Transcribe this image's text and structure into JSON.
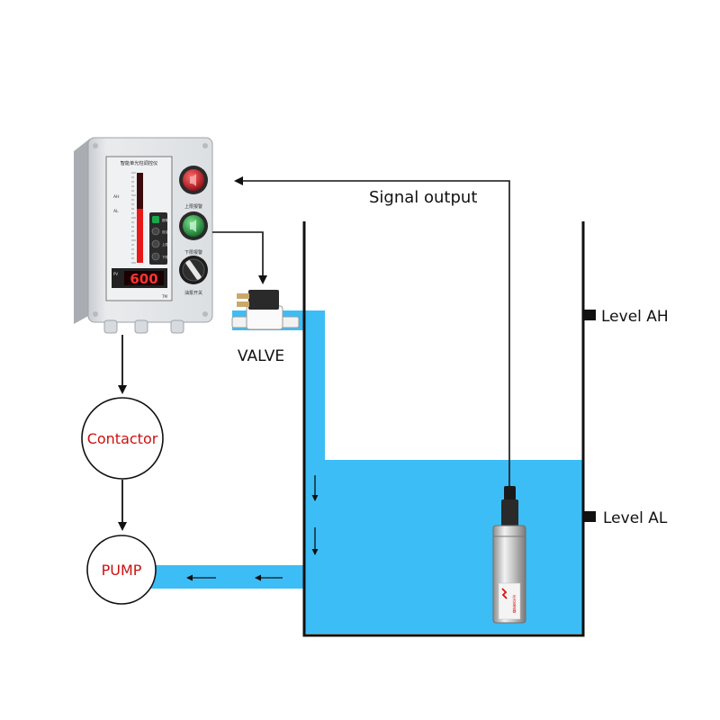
{
  "controller": {
    "title": "智能单光柱调控仪",
    "display_value": "600",
    "scale_labels": [
      "AH",
      "AL"
    ],
    "button_labels": [
      "报警",
      "设定",
      "上限",
      "下限"
    ],
    "upper_alarm_label": "上限报警",
    "lower_alarm_label": "下限报警",
    "switch_label": "油泵开关",
    "pv_label": "PV",
    "unit_label": "TM"
  },
  "labels": {
    "signal_output": "Signal output",
    "valve": "VALVE",
    "contactor": "Contactor",
    "pump": "PUMP",
    "level_ah": "Level AH",
    "level_al": "Level AL"
  },
  "sensor": {
    "label_text": "压力变送器"
  },
  "colors": {
    "water": "#3dbdf5",
    "line": "#111111",
    "contactor_text": "#cc1111",
    "pump_text": "#cc1111",
    "display_digits": "#ff3333",
    "bargraph": "#e81818",
    "alarm_red": "#c0101a",
    "alarm_green": "#1a9a3a"
  }
}
